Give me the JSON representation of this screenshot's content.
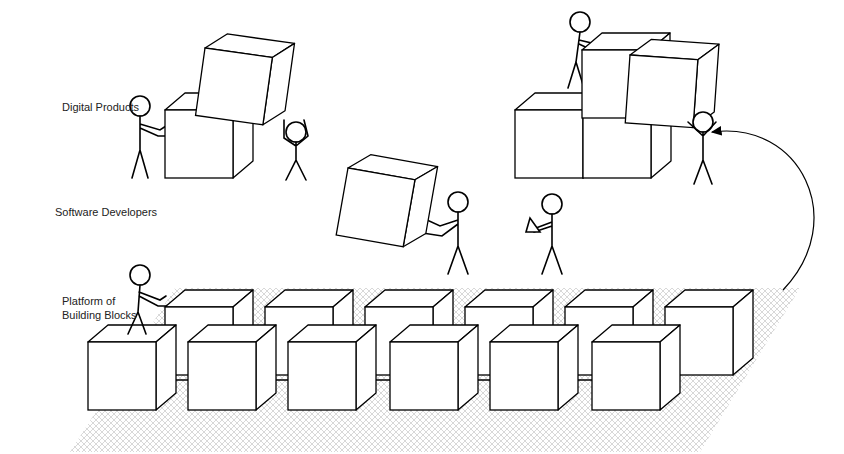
{
  "diagram": {
    "labels": [
      "Digital Products",
      "Software Developers",
      "Platform of Building Blocks"
    ]
  }
}
